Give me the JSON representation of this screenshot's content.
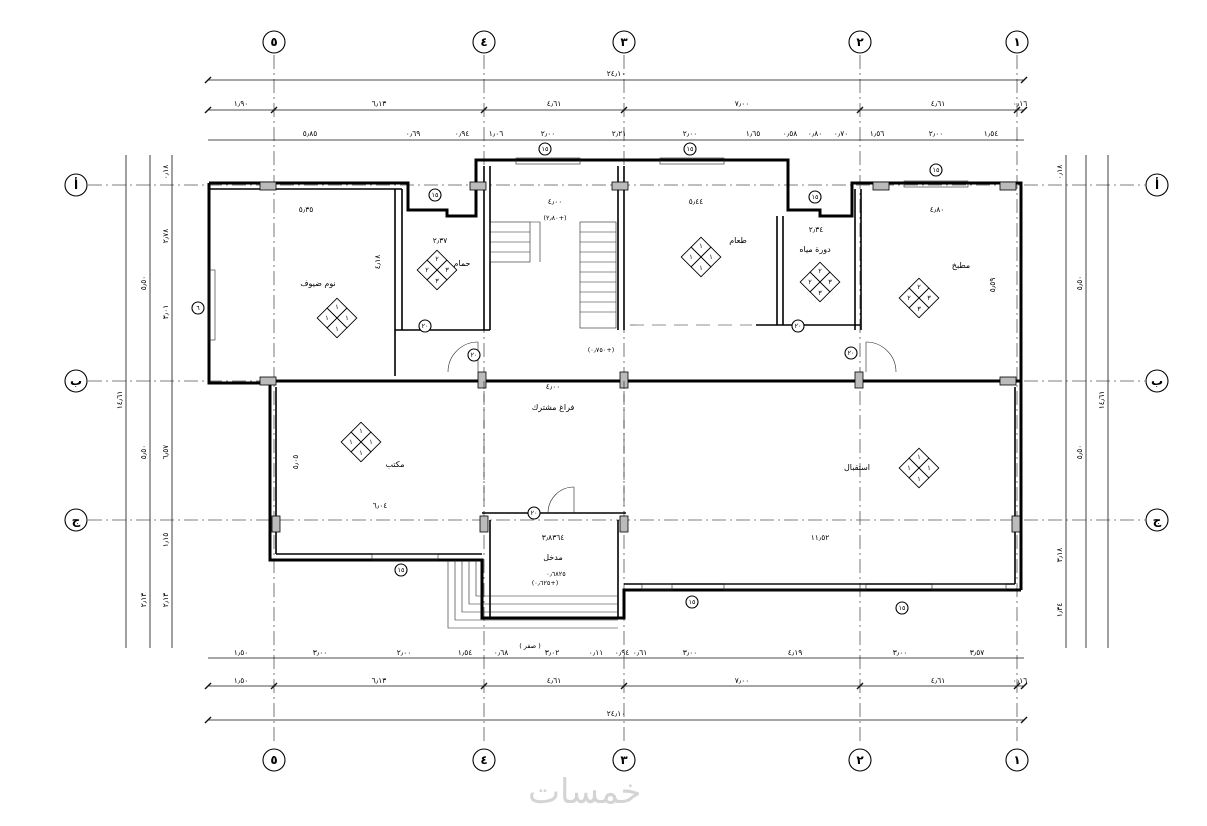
{
  "grid": {
    "vertical_labels": [
      "٥",
      "٤",
      "٣",
      "٢",
      "١"
    ],
    "horizontal_labels": [
      "أ",
      "ب",
      "ج"
    ]
  },
  "dimensions": {
    "top_overall": "٢٤٫١٠",
    "top_axes": [
      "١٫٩٠",
      "٦٫١٣",
      "٤٫٦١",
      "٧٫٠٠",
      "٤٫٦١",
      "٠٫١٦"
    ],
    "top_detail": [
      "٥٫٨٥",
      "٠٫٦٩",
      "٠٫٩٤",
      "١٫٠٦",
      "٢٫٠٠",
      "٢٫٢١",
      "٢٫٠٠",
      "١٫٦٥",
      "٠٫٥٨",
      "٠٫٨٠",
      "٠٫٧٠",
      "١٫٥٦",
      "٢٫٠٠",
      "١٫٥٤"
    ],
    "bottom_detail": [
      "١٫٥٠",
      "٣٫٠٠",
      "٢٫٠٠",
      "١٫٥٤",
      "٠٫٦٨",
      "٣٫٠٢",
      "٠٫١١",
      "٠٫٩٤",
      "٠٫٦١",
      "٣٫٠٠",
      "٤٫١٩",
      "٣٫٠٠",
      "٣٫٥٧"
    ],
    "bottom_axes": [
      "١٫٥٠",
      "٦٫١٣",
      "٤٫٦١",
      "٧٫٠٠",
      "٤٫٦١",
      "٠٫١٦"
    ],
    "bottom_overall": "٢٤٫١٠",
    "left_overall": "١٤٫٦١",
    "left_parts": [
      "٥٫٥٠",
      "٥٫٥٠",
      "٢٫١٣"
    ],
    "left_detail": [
      "٠٫١٨",
      "٢٫٧٨",
      "٣٫٠١",
      "٦٫٥٧",
      "١٫١٥",
      "٢٫١٣"
    ],
    "right_overall": "١٤٫٦١",
    "right_parts": [
      "٥٫٥٠",
      "٥٫٥٠"
    ],
    "right_detail": [
      "٠٫١٨",
      "٣٫١٨",
      "١٫٣٤"
    ]
  },
  "rooms": {
    "bedroom": "نوم ضيوف",
    "bath1": "حمام",
    "dining": "طعام",
    "bath2": "دورة مياه",
    "kitchen": "مطبخ",
    "hall": "فراغ مشترك",
    "office": "مكتب",
    "reception": "استقبال",
    "entrance": "مدخل"
  },
  "room_dims": {
    "bedroom_w": "٥٫٣٥",
    "bedroom_h": "٤٫١٨",
    "dining_w": "٥٫٤٤",
    "kitchen_w": "٤٫٨٠",
    "kitchen_h": "٥٫٥٩",
    "hall_w": "٤٫٠٠",
    "office_h": "٥٫٠٥",
    "office_w": "٦٫٠٤",
    "reception_w": "١١٫٥٢",
    "entrance_w": "٣٫٨٣٦٤",
    "bath1_w": "٢٫٣٧",
    "bath2_w": "٢٫٣٤",
    "stairs_w": "٤٫٠٠"
  },
  "levels": {
    "stair_landing": "(٢٫٨٠+)",
    "floor": "(٠٫٧٥٠+)",
    "entrance": "(٠٫٦٢٥+)",
    "entrance_value": "٠٫٦٨٢٥",
    "outside": "( صفر )"
  },
  "tiles": {
    "bedroom": [
      "١",
      "١",
      "١",
      "١"
    ],
    "bath1": [
      "٢",
      "٢",
      "٣",
      "٣"
    ],
    "dining": [
      "١",
      "١",
      "١",
      "١"
    ],
    "bath2": [
      "٢",
      "٢",
      "٣",
      "٣"
    ],
    "kitchen": [
      "٢",
      "٢",
      "٣",
      "٣"
    ],
    "office": [
      "١",
      "١",
      "١",
      "١"
    ],
    "reception": [
      "١",
      "١",
      "١",
      "١"
    ]
  },
  "markers": {
    "window_tag": "١٥",
    "door_tag": "٢٠",
    "glass_tag": "٦"
  },
  "watermark": "خمسات"
}
